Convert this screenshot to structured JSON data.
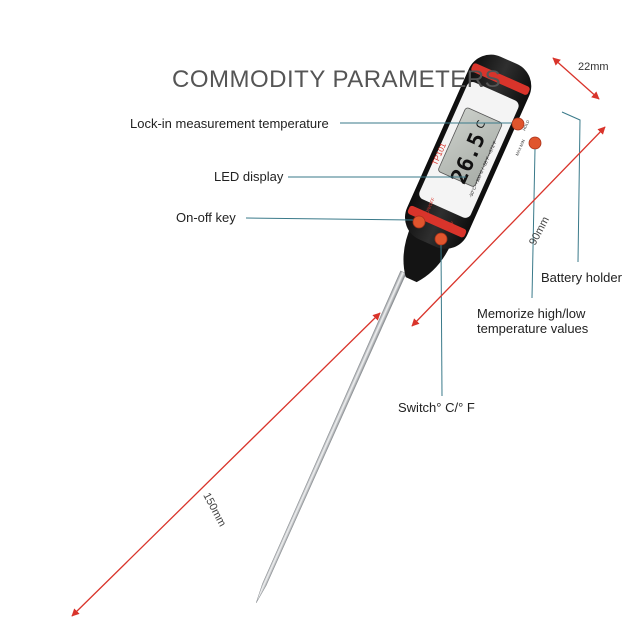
{
  "title": "COMMODITY PARAMETERS",
  "device": {
    "brand": "TP101",
    "reading": "26.5",
    "unit": "C",
    "range_text": "-50°C~+300°C / -58°F~+572°F",
    "btn_hold": "HOLD",
    "btn_maxmin": "MAX MIN",
    "btn_onoff": "ON/OFF",
    "btn_cf": "°C/°F"
  },
  "labels": {
    "lock": "Lock-in measurement temperature",
    "led": "LED display",
    "onoff": "On-off key",
    "battery": "Battery holder",
    "memorize_1": "Memorize high/low",
    "memorize_2": "temperature values",
    "switch": "Switch°  C/°  F"
  },
  "dimensions": {
    "width": "22mm",
    "body": "90mm",
    "probe": "150mm"
  },
  "colors": {
    "accent_red": "#d9342b",
    "body_black": "#1b1b1b",
    "leader": "#3a7a8a",
    "probe": "#b8bcc0"
  }
}
